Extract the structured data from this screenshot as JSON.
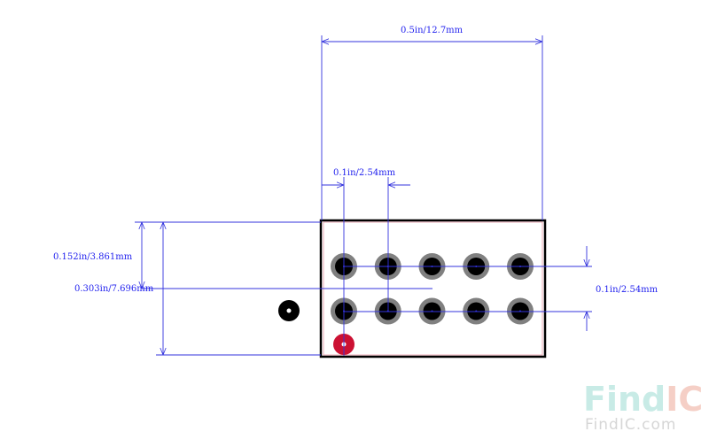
{
  "dimensions": {
    "overall_width": "0.5in/12.7mm",
    "pitch_horizontal": "0.1in/2.54mm",
    "height_inner": "0.152in/3.861mm",
    "height_overall": "0.303in/7.696mm",
    "pitch_vertical": "0.1in/2.54mm"
  },
  "watermark": {
    "logo_find": "Find",
    "logo_ic": "IC",
    "url": "FindIC.com"
  },
  "pads": {
    "rows": 2,
    "columns": 5
  },
  "colors": {
    "dimension_line": "#3333dd",
    "outline": "#000000",
    "pad_ring": "#808080",
    "pad_hole": "#000000",
    "pin1_marker": "#cc1133",
    "watermark_find": "#c8ebe6",
    "watermark_ic": "#f5cfc6",
    "watermark_url": "#d6d6d6"
  }
}
